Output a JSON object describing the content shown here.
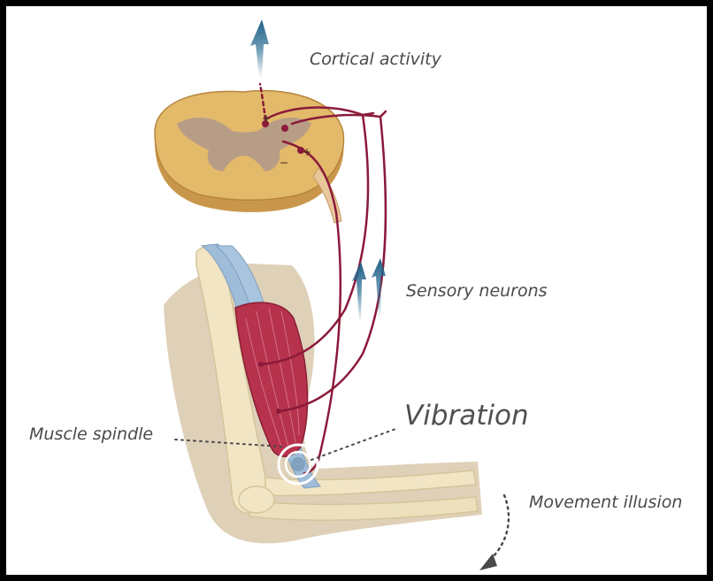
{
  "labels": {
    "cortical_activity": "Cortical activity",
    "sensory_neurons": "Sensory neurons",
    "vibration": "Vibration",
    "muscle_spindle": "Muscle spindle",
    "movement_illusion": "Movement illusion"
  },
  "symbols": {
    "plus": "+",
    "minus": "−"
  },
  "colors": {
    "nerve": "#8b1a3a",
    "arrow": "#2c6f93",
    "muscle": "#b7324d",
    "tendon": "#8fb0cf",
    "bone": "#f1e5c4",
    "skin": "#dfcfb3",
    "spinal_cord": "#e3b96a",
    "grey_matter": "#b29a8a"
  },
  "icons": [
    "up-arrow-icon",
    "dotted-curved-arrow-icon",
    "vibration-ring-icon"
  ]
}
